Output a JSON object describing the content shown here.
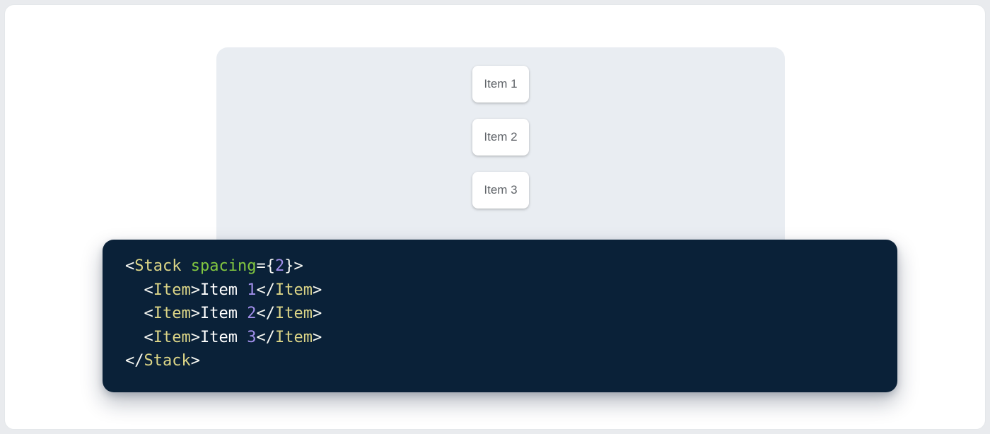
{
  "colors": {
    "page_bg": "#e9ebee",
    "frame_bg": "#ffffff",
    "frame_border": "#e4e7ea",
    "panel_bg": "#e9edf2",
    "card_bg": "#ffffff",
    "card_text": "#5f6368",
    "code_bg": "#0a2138"
  },
  "demo": {
    "items": [
      {
        "label": "Item 1"
      },
      {
        "label": "Item 2"
      },
      {
        "label": "Item 3"
      }
    ]
  },
  "code": {
    "language": "jsx",
    "token_colors": {
      "punctuation": "#f8f9f4",
      "tag": "#ddd687",
      "attr-name": "#82c740",
      "number": "#a18fea",
      "plain": "#ffffff"
    },
    "lines": [
      [
        {
          "t": "punctuation",
          "v": "<"
        },
        {
          "t": "tag",
          "v": "Stack"
        },
        {
          "t": "plain",
          "v": " "
        },
        {
          "t": "attr-name",
          "v": "spacing"
        },
        {
          "t": "punctuation",
          "v": "={"
        },
        {
          "t": "number",
          "v": "2"
        },
        {
          "t": "punctuation",
          "v": "}>"
        }
      ],
      [
        {
          "t": "punctuation",
          "v": "  <"
        },
        {
          "t": "tag",
          "v": "Item"
        },
        {
          "t": "punctuation",
          "v": ">"
        },
        {
          "t": "plain",
          "v": "Item "
        },
        {
          "t": "number",
          "v": "1"
        },
        {
          "t": "punctuation",
          "v": "</"
        },
        {
          "t": "tag",
          "v": "Item"
        },
        {
          "t": "punctuation",
          "v": ">"
        }
      ],
      [
        {
          "t": "punctuation",
          "v": "  <"
        },
        {
          "t": "tag",
          "v": "Item"
        },
        {
          "t": "punctuation",
          "v": ">"
        },
        {
          "t": "plain",
          "v": "Item "
        },
        {
          "t": "number",
          "v": "2"
        },
        {
          "t": "punctuation",
          "v": "</"
        },
        {
          "t": "tag",
          "v": "Item"
        },
        {
          "t": "punctuation",
          "v": ">"
        }
      ],
      [
        {
          "t": "punctuation",
          "v": "  <"
        },
        {
          "t": "tag",
          "v": "Item"
        },
        {
          "t": "punctuation",
          "v": ">"
        },
        {
          "t": "plain",
          "v": "Item "
        },
        {
          "t": "number",
          "v": "3"
        },
        {
          "t": "punctuation",
          "v": "</"
        },
        {
          "t": "tag",
          "v": "Item"
        },
        {
          "t": "punctuation",
          "v": ">"
        }
      ],
      [
        {
          "t": "punctuation",
          "v": "</"
        },
        {
          "t": "tag",
          "v": "Stack"
        },
        {
          "t": "punctuation",
          "v": ">"
        }
      ]
    ]
  }
}
